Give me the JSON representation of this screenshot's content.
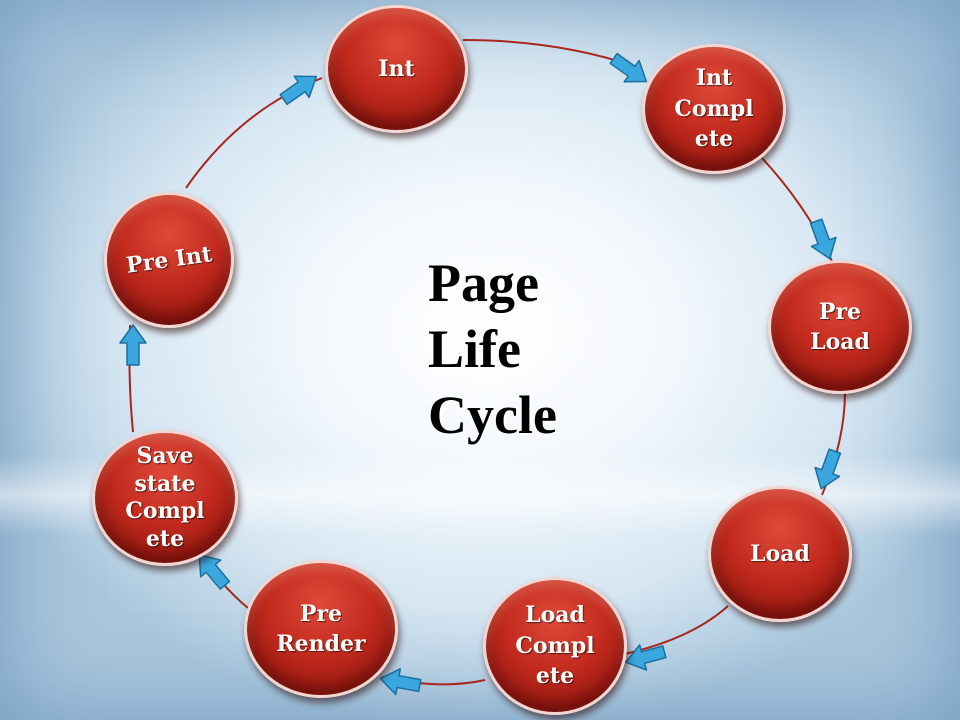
{
  "diagram": {
    "title": "Page\nLife\nCycle",
    "colors": {
      "node": "#c22a1d",
      "connector": "#a8261c",
      "arrow": "#3aa7de",
      "title": "#000000"
    },
    "nodes": [
      {
        "id": "int",
        "label": "Int"
      },
      {
        "id": "int-complete",
        "label": "Int\nCompl\nete"
      },
      {
        "id": "pre-load",
        "label": "Pre\nLoad"
      },
      {
        "id": "load",
        "label": "Load"
      },
      {
        "id": "load-complete",
        "label": "Load\nCompl\nete"
      },
      {
        "id": "pre-render",
        "label": "Pre\nRender"
      },
      {
        "id": "save-state-complete",
        "label": "Save\nstate\nCompl\nete"
      },
      {
        "id": "pre-int",
        "label": "Pre Int"
      }
    ]
  }
}
